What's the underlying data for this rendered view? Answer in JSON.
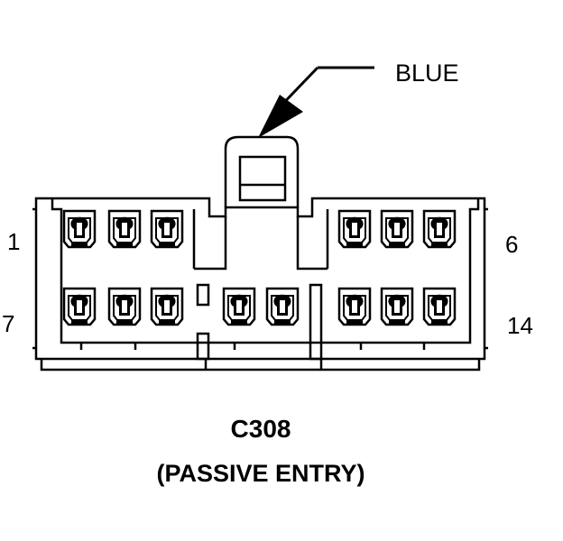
{
  "callout": {
    "color_label": "BLUE"
  },
  "pin_labels": {
    "top_left": "1",
    "top_right": "6",
    "bottom_left": "7",
    "bottom_right": "14"
  },
  "connector": {
    "id": "C308",
    "description": "(PASSIVE ENTRY)"
  }
}
